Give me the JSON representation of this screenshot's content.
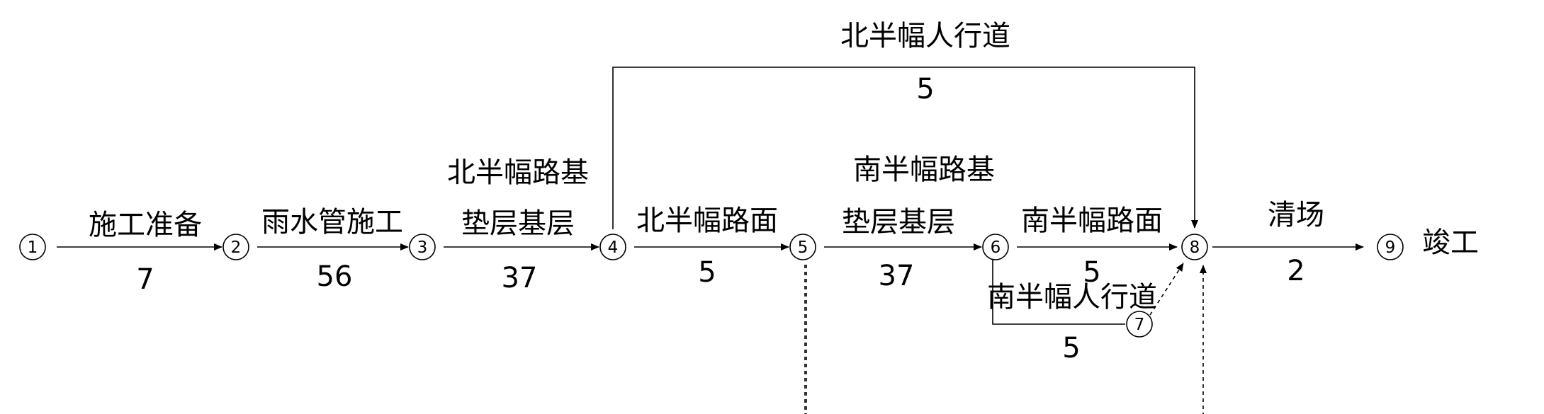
{
  "nodes": [
    {
      "id": "1",
      "label": "1"
    },
    {
      "id": "2",
      "label": "2"
    },
    {
      "id": "3",
      "label": "3"
    },
    {
      "id": "4",
      "label": "4"
    },
    {
      "id": "5",
      "label": "5"
    },
    {
      "id": "6",
      "label": "6"
    },
    {
      "id": "7",
      "label": "7"
    },
    {
      "id": "8",
      "label": "8"
    },
    {
      "id": "9",
      "label": "9"
    }
  ],
  "activities": [
    {
      "from": "1",
      "to": "2",
      "name": "施工准备",
      "duration": "7"
    },
    {
      "from": "2",
      "to": "3",
      "name": "雨水管施工",
      "duration": "56"
    },
    {
      "from": "3",
      "to": "4",
      "name": "北半幅路基垫层基层",
      "name_line1": "北半幅路基",
      "name_line2": "垫层基层",
      "duration": "37"
    },
    {
      "from": "4",
      "to": "5",
      "name": "北半幅路面",
      "duration": "5"
    },
    {
      "from": "5",
      "to": "6",
      "name": "南半幅路基垫层基层",
      "name_line1": "南半幅路基",
      "name_line2": "垫层基层",
      "duration": "37"
    },
    {
      "from": "6",
      "to": "8",
      "name": "南半幅路面",
      "duration": "5"
    },
    {
      "from": "8",
      "to": "9",
      "name": "清场",
      "duration": "2"
    },
    {
      "from": "4",
      "to": "8",
      "name": "北半幅人行道",
      "duration": "5"
    },
    {
      "from": "6",
      "to": "7",
      "name": "南半幅人行道",
      "duration": "5"
    }
  ],
  "dummy_activities": [
    {
      "from": "7",
      "to": "8"
    },
    {
      "from": "5",
      "to": "8"
    }
  ],
  "end_label": "竣工"
}
